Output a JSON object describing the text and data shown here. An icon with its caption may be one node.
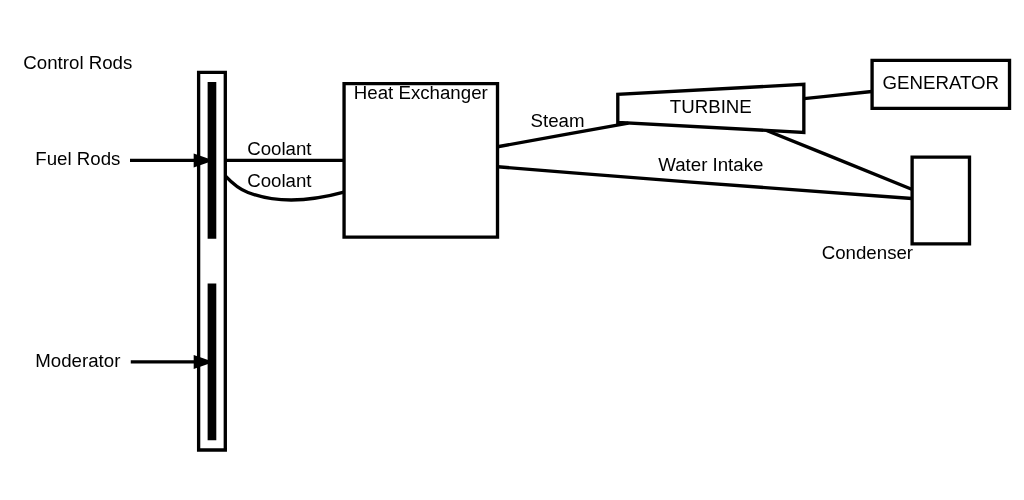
{
  "diagram": {
    "nodes": [
      {
        "text": [],
        "shape": "box"
      },
      {
        "text": [],
        "shape": "bar",
        "in": 0
      },
      {
        "text": [],
        "shape": "bar",
        "in": 0
      },
      {
        "text": [
          "Fuel Rods"
        ]
      },
      {
        "text": [
          "Moderator"
        ]
      },
      {
        "text": [
          "Heat Exchanger"
        ]
      },
      {
        "text": [
          "TURBINE"
        ]
      },
      {
        "text": [
          "GENERATOR"
        ]
      },
      {
        "text": [],
        "shape": "box",
        "beside": [
          "Condenser"
        ]
      }
    ],
    "edges": [
      {
        "from": 0,
        "to": 5,
        "arrow": "none",
        "label": "Coolant"
      },
      {
        "from": 5,
        "to": 0,
        "arrow": "none",
        "label": "Coolant"
      },
      {
        "from": 5,
        "to": 6,
        "arrow": "none",
        "label": "Steam"
      },
      {
        "from": 6,
        "to": 7,
        "arrow": "none"
      },
      {
        "from": 6,
        "to": 8,
        "arrow": "none"
      },
      {
        "from": 8,
        "to": 5,
        "arrow": "none",
        "label": "Water Intake"
      },
      {
        "from": 3,
        "to": 1,
        "arrow": "to"
      },
      {
        "from": 4,
        "to": 2,
        "arrow": "to"
      }
    ],
    "labels": [
      "Control Rods"
    ]
  }
}
